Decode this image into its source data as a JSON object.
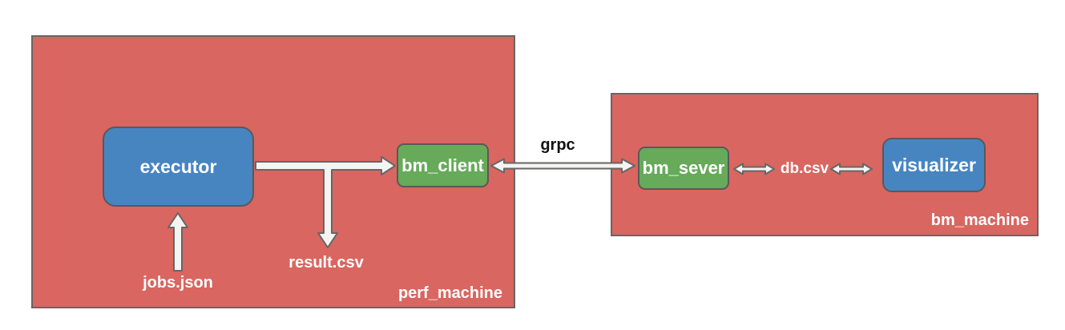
{
  "colors": {
    "machine_fill": "#D96660",
    "machine_border": "#666666",
    "node_blue": "#4785C1",
    "node_green": "#66AA5A",
    "node_border": "#595959",
    "arrow_fill": "#F4F4F2",
    "arrow_stroke": "#666666",
    "label_white": "#FFFFFF",
    "label_black": "#111111"
  },
  "perf_machine": {
    "title": "perf_machine",
    "executor_label": "executor",
    "bm_client_label": "bm_client",
    "jobs_json_label": "jobs.json",
    "result_csv_label": "result.csv"
  },
  "link": {
    "grpc_label": "grpc"
  },
  "bm_machine": {
    "title": "bm_machine",
    "bm_sever_label": "bm_sever",
    "db_csv_label": "db.csv",
    "visualizer_label": "visualizer"
  }
}
